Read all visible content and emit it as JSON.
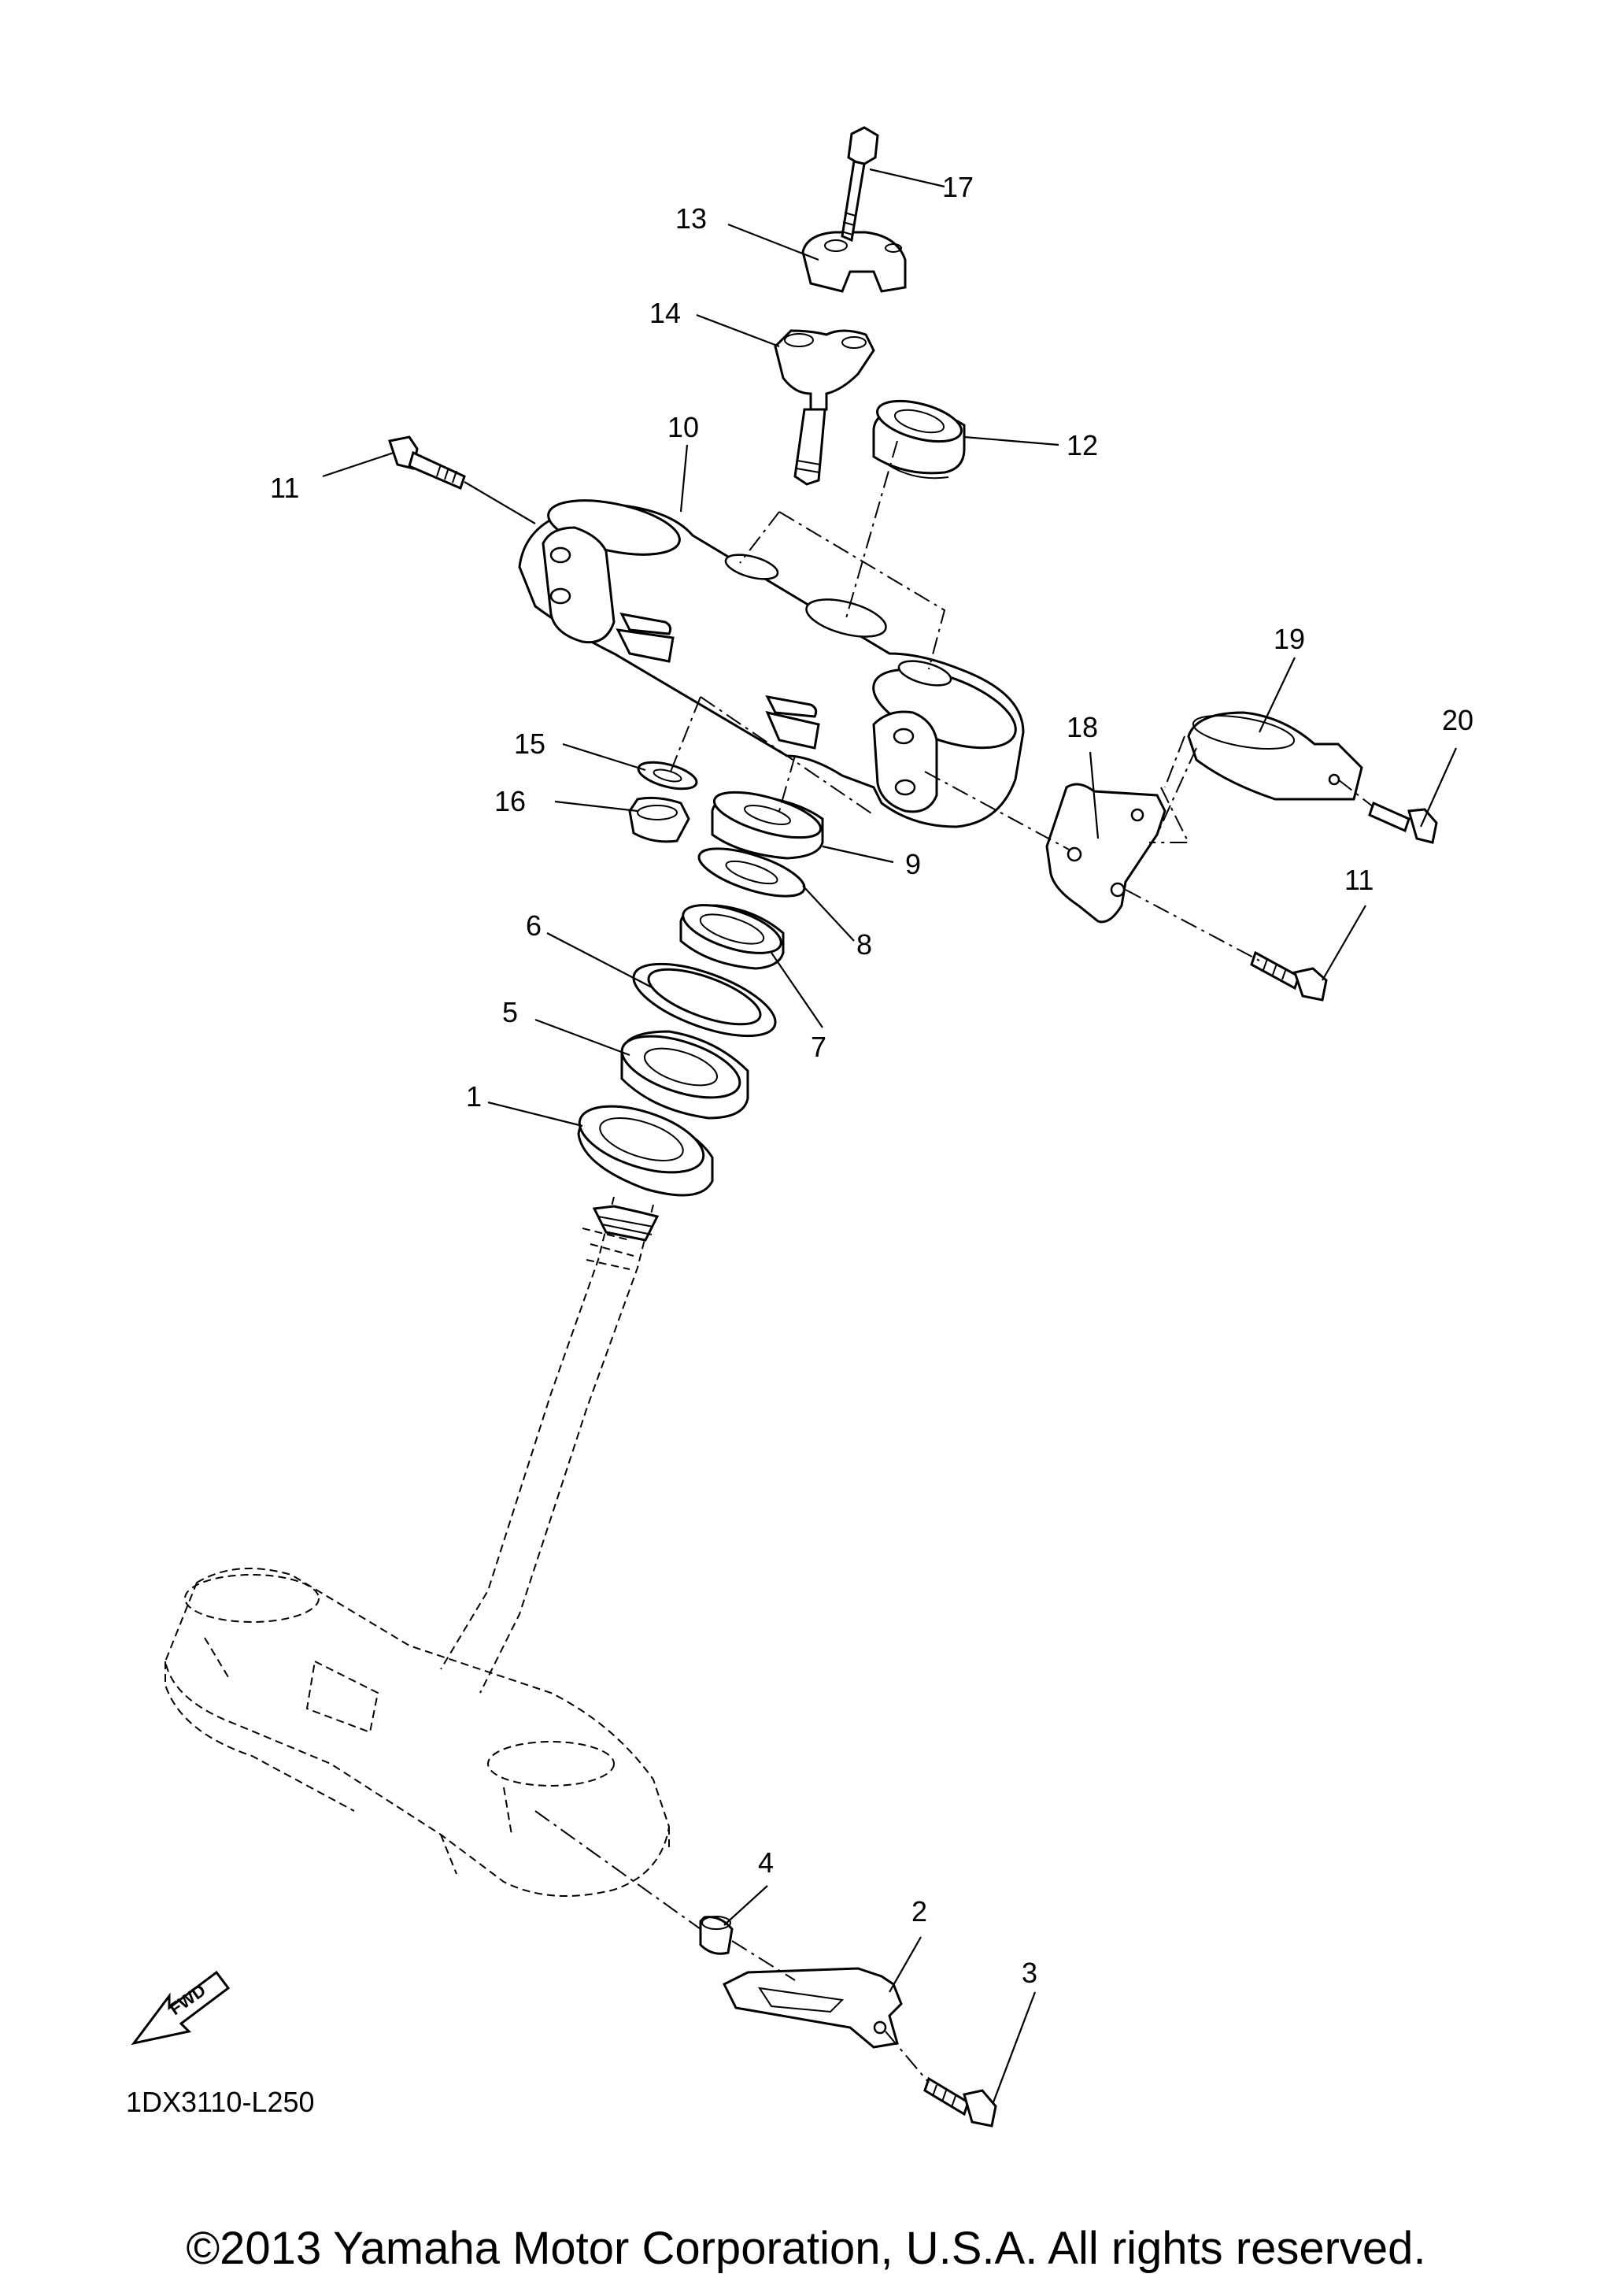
{
  "diagram": {
    "callouts": [
      {
        "id": "17",
        "label": "17"
      },
      {
        "id": "13",
        "label": "13"
      },
      {
        "id": "14",
        "label": "14"
      },
      {
        "id": "10",
        "label": "10"
      },
      {
        "id": "12",
        "label": "12"
      },
      {
        "id": "11a",
        "label": "11"
      },
      {
        "id": "19",
        "label": "19"
      },
      {
        "id": "18",
        "label": "18"
      },
      {
        "id": "20",
        "label": "20"
      },
      {
        "id": "15",
        "label": "15"
      },
      {
        "id": "16",
        "label": "16"
      },
      {
        "id": "9",
        "label": "9"
      },
      {
        "id": "11b",
        "label": "11"
      },
      {
        "id": "8",
        "label": "8"
      },
      {
        "id": "6",
        "label": "6"
      },
      {
        "id": "7",
        "label": "7"
      },
      {
        "id": "5",
        "label": "5"
      },
      {
        "id": "1",
        "label": "1"
      },
      {
        "id": "4",
        "label": "4"
      },
      {
        "id": "2",
        "label": "2"
      },
      {
        "id": "3",
        "label": "3"
      }
    ],
    "fwd_label": "FWD",
    "drawing_code": "1DX3110-L250"
  },
  "footer": {
    "copyright": "©2013 Yamaha Motor Corporation, U.S.A. All rights reserved."
  }
}
